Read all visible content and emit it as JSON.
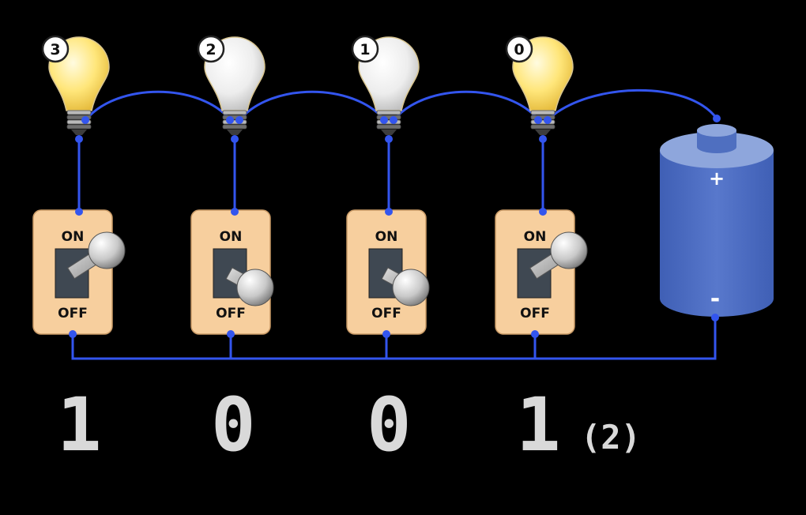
{
  "bulbs": [
    {
      "index_label": "3",
      "lit": true
    },
    {
      "index_label": "2",
      "lit": false
    },
    {
      "index_label": "1",
      "lit": false
    },
    {
      "index_label": "0",
      "lit": true
    }
  ],
  "switches": [
    {
      "on_label": "ON",
      "off_label": "OFF",
      "state": "on"
    },
    {
      "on_label": "ON",
      "off_label": "OFF",
      "state": "off"
    },
    {
      "on_label": "ON",
      "off_label": "OFF",
      "state": "off"
    },
    {
      "on_label": "ON",
      "off_label": "OFF",
      "state": "on"
    }
  ],
  "battery": {
    "plus": "+",
    "minus": "-"
  },
  "binary": {
    "digits": [
      "1",
      "0",
      "0",
      "1"
    ],
    "base": "(2)"
  },
  "colors": {
    "wire": "#3355ee",
    "switch_plate": "#f7cf9e",
    "battery_body": "#4f6fc0",
    "battery_top": "#8ea6dc",
    "bulb_lit": "#ffe67a",
    "bulb_off": "#f2f2f2",
    "digit_text": "#d9d9d9"
  }
}
